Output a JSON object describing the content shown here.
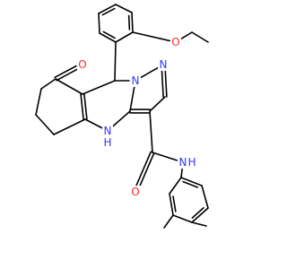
{
  "colors": {
    "bond": "#000000",
    "carbon": "#000000",
    "nitrogen": "#3333ff",
    "oxygen": "#ff2a2a",
    "background": "#ffffff"
  },
  "atoms": [
    {
      "id": "N_pz2",
      "label": "N",
      "element": "nitrogen"
    },
    {
      "id": "N_pz1",
      "label": "N",
      "element": "nitrogen"
    },
    {
      "id": "O_ether",
      "label": "O",
      "element": "oxygen"
    },
    {
      "id": "O_keto",
      "label": "O",
      "element": "oxygen"
    },
    {
      "id": "NH_ring",
      "label": "N",
      "sub": "H",
      "element": "nitrogen"
    },
    {
      "id": "O_amide",
      "label": "O",
      "element": "oxygen"
    },
    {
      "id": "NH_amide",
      "label": "N",
      "sub": "H",
      "element": "nitrogen"
    }
  ]
}
